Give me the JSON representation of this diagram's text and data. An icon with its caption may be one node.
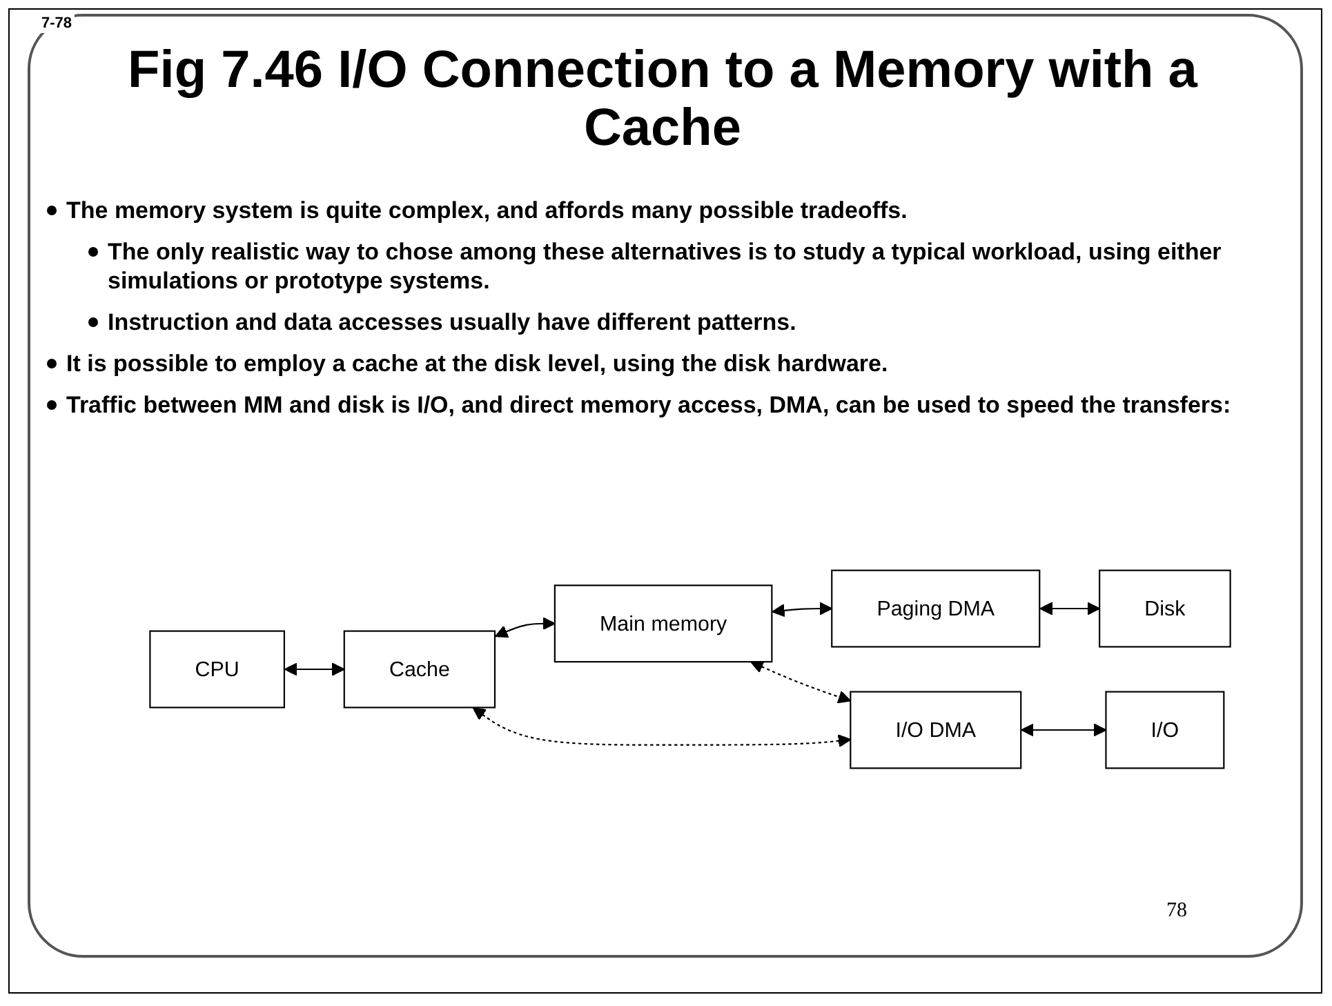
{
  "diagram": {
    "title": "Fig 7.46 I/O Connection to a Memory with a Cache",
    "nodes": [
      {
        "text": [
          "CPU"
        ]
      },
      {
        "text": [
          "Cache"
        ]
      },
      {
        "text": [
          "Main memory"
        ]
      },
      {
        "text": [
          "Paging DMA"
        ]
      },
      {
        "text": [
          "Disk"
        ]
      },
      {
        "text": [
          "I/O DMA"
        ]
      },
      {
        "text": [
          "I/O"
        ]
      }
    ],
    "edges": [
      {
        "from": 0,
        "to": 1,
        "arrow": "both"
      },
      {
        "from": 1,
        "to": 2,
        "arrow": "both"
      },
      {
        "from": 2,
        "to": 3,
        "arrow": "both"
      },
      {
        "from": 3,
        "to": 4,
        "arrow": "both"
      },
      {
        "from": 1,
        "to": 5,
        "arrow": "both",
        "style": "dashed"
      },
      {
        "from": 2,
        "to": 5,
        "arrow": "both",
        "style": "dashed"
      },
      {
        "from": 5,
        "to": 6,
        "arrow": "both"
      }
    ],
    "labels": [
      "7-78",
      "The memory system is quite complex, and affords many possible tradeoffs.",
      "The only realistic way to chose among these alternatives is to study a typical workload, using either simulations or prototype systems.",
      "Instruction and data accesses usually have different patterns.",
      "It is possible to employ a cache at the disk level, using the disk hardware.",
      "Traffic between MM and disk is I/O, and direct memory access, DMA, can be used to speed the transfers:",
      "78"
    ]
  }
}
